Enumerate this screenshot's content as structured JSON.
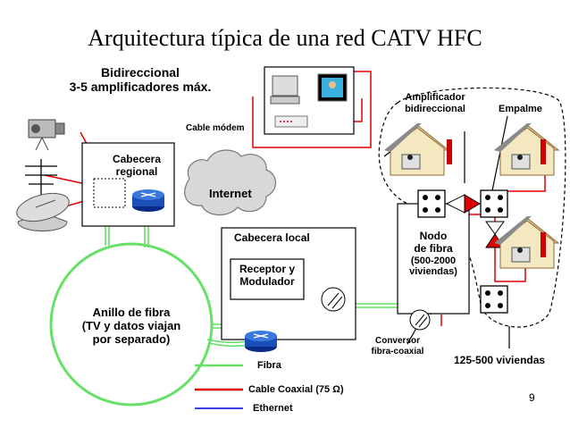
{
  "title": "Arquitectura típica de una red CATV HFC",
  "notes": {
    "bidir": "Bidireccional",
    "amps": "3-5 amplificadores máx."
  },
  "labels": {
    "cable_modem": "Cable módem",
    "cabecera_regional_1": "Cabecera",
    "cabecera_regional_2": "regional",
    "internet": "Internet",
    "cabecera_local": "Cabecera local",
    "receptor_1": "Receptor y",
    "receptor_2": "Modulador",
    "anillo_1": "Anillo de fibra",
    "anillo_2": "(TV y datos viajan",
    "anillo_3": "por separado)",
    "nodo_1": "Nodo",
    "nodo_2": "de fibra",
    "nodo_3": "(500-2000",
    "nodo_4": "viviendas)",
    "amplificador_1": "Amplificador",
    "amplificador_2": "bidireccional",
    "empalme": "Empalme",
    "conversor_1": "Conversor",
    "conversor_2": "fibra-coaxial",
    "viviendas": "125-500 viviendas"
  },
  "legend": [
    {
      "label": "Fibra",
      "color": "#66e066"
    },
    {
      "label": "Cable Coaxial (75 Ω)",
      "color": "#dd0000"
    },
    {
      "label": "Ethernet",
      "color": "#0000dd"
    }
  ],
  "page_number": "9"
}
